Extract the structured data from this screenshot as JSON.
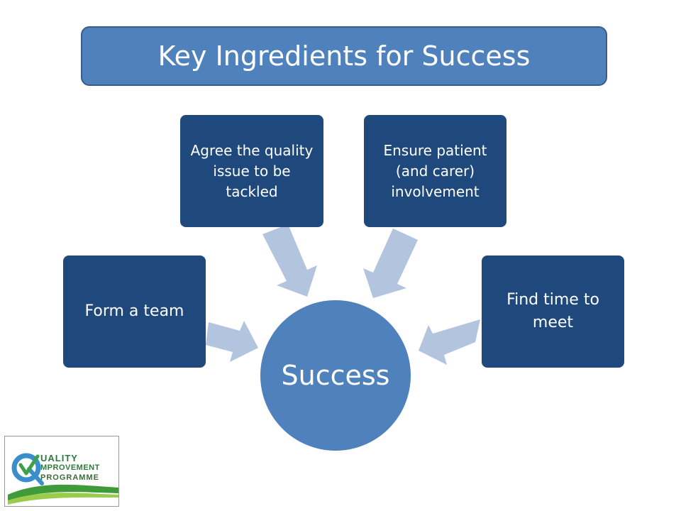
{
  "title": "Key Ingredients for Success",
  "center": {
    "label": "Success"
  },
  "nodes": [
    {
      "id": "form-team",
      "label": "Form a team"
    },
    {
      "id": "agree-issue",
      "label": "Agree the quality issue to be tackled"
    },
    {
      "id": "ensure-involvement",
      "label": "Ensure patient (and carer) involvement"
    },
    {
      "id": "find-time",
      "label": "Find time to meet"
    }
  ],
  "logo": {
    "line1": "UALITY",
    "line2": "MPROVEMENT",
    "line3": "PROGRAMME"
  },
  "colors": {
    "title_fill": "#4f81bd",
    "node_fill": "#1f497d",
    "center_fill": "#4f81bd",
    "arrow_fill": "#b3c4de",
    "logo_green": "#2e7a3c",
    "logo_blue": "#3a8ecb"
  }
}
